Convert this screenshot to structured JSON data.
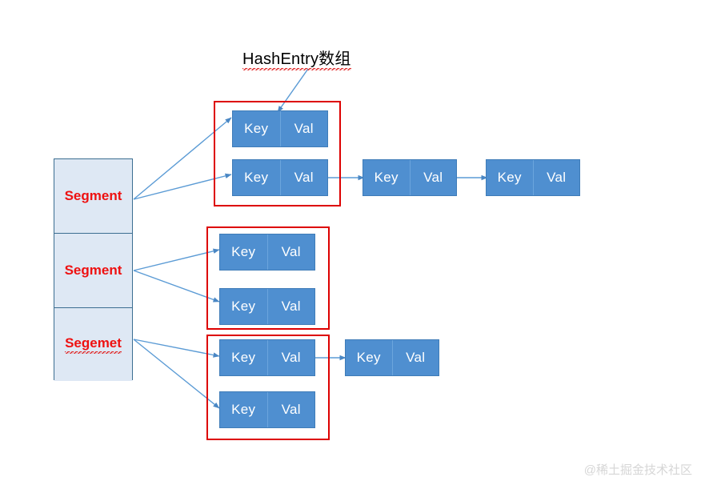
{
  "diagram": {
    "title": "HashEntry数组",
    "watermark": "@稀土掘金技术社区",
    "colors": {
      "node_fill": "#4f8fd0",
      "node_text": "#ffffff",
      "segment_fill": "#dee8f4",
      "segment_border": "#3c6e91",
      "segment_text": "#ee1111",
      "group_border": "#dd0000",
      "arrow": "#5b9bd5",
      "watermark": "#d6d6d6"
    },
    "segments": [
      {
        "label": "Segment",
        "misspelled": false
      },
      {
        "label": "Segment",
        "misspelled": false
      },
      {
        "label": "Segemet",
        "misspelled": true
      }
    ],
    "labels": {
      "key": "Key",
      "val": "Val"
    },
    "groups": [
      {
        "name": "bucket-array-1",
        "entries": [
          {
            "key": "Key",
            "val": "Val",
            "chain": []
          },
          {
            "key": "Key",
            "val": "Val",
            "chain": [
              {
                "key": "Key",
                "val": "Val"
              },
              {
                "key": "Key",
                "val": "Val"
              }
            ]
          }
        ]
      },
      {
        "name": "bucket-array-2",
        "entries": [
          {
            "key": "Key",
            "val": "Val",
            "chain": []
          },
          {
            "key": "Key",
            "val": "Val",
            "chain": []
          }
        ]
      },
      {
        "name": "bucket-array-3",
        "entries": [
          {
            "key": "Key",
            "val": "Val",
            "chain": [
              {
                "key": "Key",
                "val": "Val"
              }
            ]
          },
          {
            "key": "Key",
            "val": "Val",
            "chain": []
          }
        ]
      }
    ]
  }
}
